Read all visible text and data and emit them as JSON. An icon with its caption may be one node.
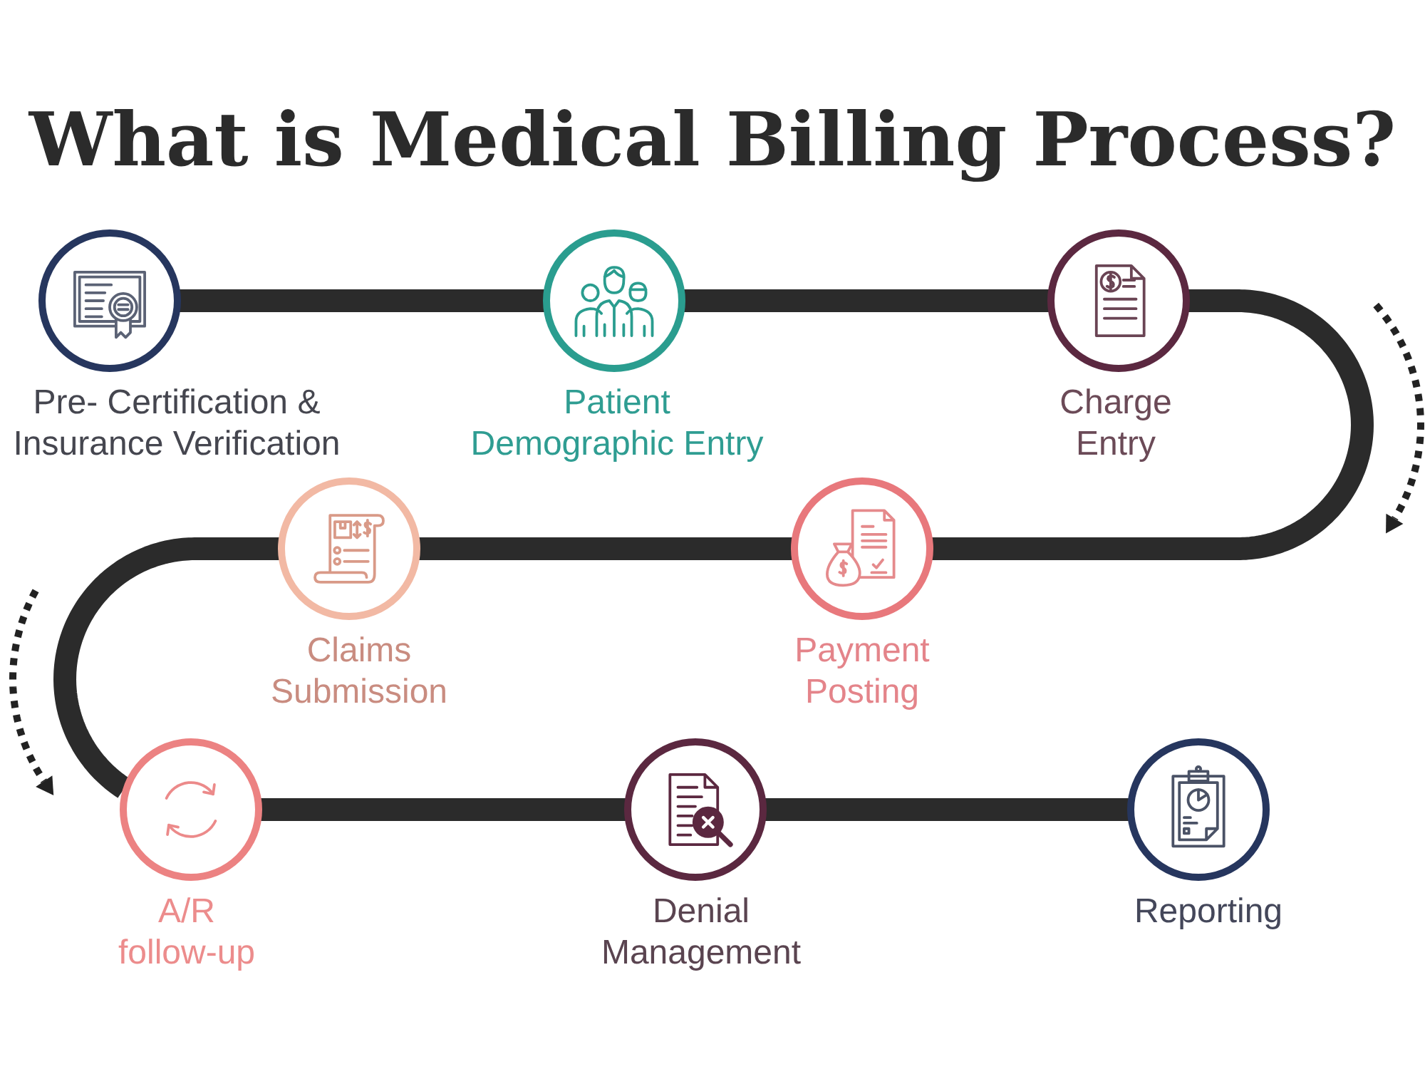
{
  "diagram": {
    "title": "What is Medical Billing Process?",
    "nodes": [
      {
        "text": [
          "Pre- Certification & Insurance Verification"
        ]
      },
      {
        "text": [
          "Patient Demographic Entry"
        ]
      },
      {
        "text": [
          "Charge Entry"
        ]
      },
      {
        "text": [
          "Claims Submission"
        ]
      },
      {
        "text": [
          "Payment Posting"
        ]
      },
      {
        "text": [
          "A/R follow-up"
        ]
      },
      {
        "text": [
          "Denial Management"
        ]
      },
      {
        "text": [
          "Reporting"
        ]
      }
    ],
    "edges": [
      {
        "from": 0,
        "to": 1,
        "arrow": "none"
      },
      {
        "from": 1,
        "to": 2,
        "arrow": "none"
      },
      {
        "from": 2,
        "to": 4,
        "arrow": "none"
      },
      {
        "from": 4,
        "to": 3,
        "arrow": "none"
      },
      {
        "from": 3,
        "to": 5,
        "arrow": "none"
      },
      {
        "from": 5,
        "to": 6,
        "arrow": "none"
      },
      {
        "from": 6,
        "to": 7,
        "arrow": "none"
      }
    ]
  }
}
